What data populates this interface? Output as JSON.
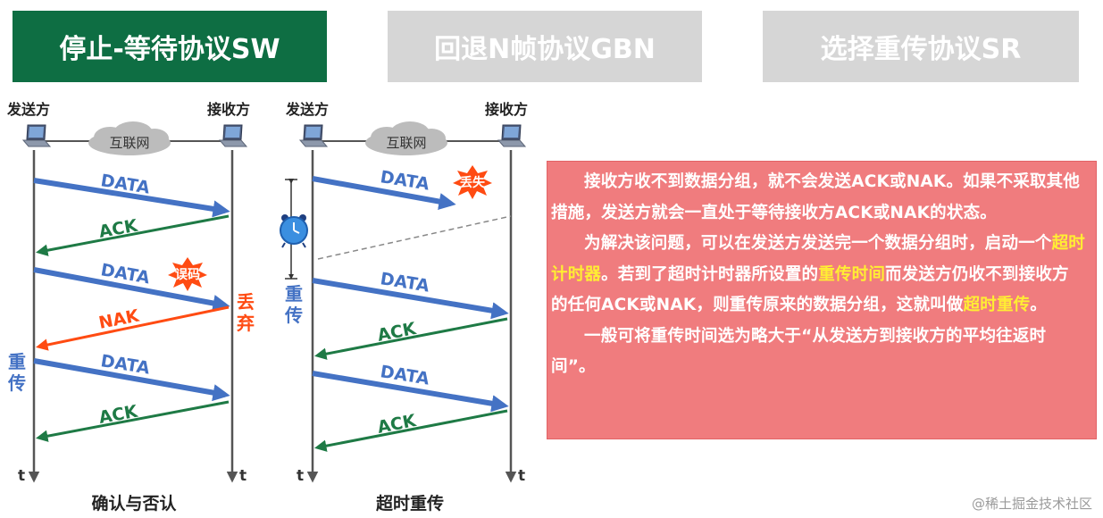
{
  "tabs": {
    "sw": "停止-等待协议SW",
    "gbn": "回退N帧协议GBN",
    "sr": "选择重传协议SR"
  },
  "left_diagram": {
    "sender": "发送方",
    "receiver": "接收方",
    "network": "互联网",
    "frames": [
      "DATA",
      "ACK",
      "DATA",
      "NAK",
      "DATA",
      "ACK"
    ],
    "error_badge": "误码",
    "discard": "丢弃",
    "retransmit": "重传",
    "time_label": "t",
    "caption": "确认与否认"
  },
  "right_diagram": {
    "sender": "发送方",
    "receiver": "接收方",
    "network": "互联网",
    "frames": [
      "DATA",
      "DATA",
      "ACK",
      "DATA",
      "ACK"
    ],
    "lost_badge": "丢失",
    "retransmit": "重传",
    "time_label": "t",
    "caption": "超时重传"
  },
  "colors": {
    "sw_tab": "#0e6e43",
    "inactive_tab": "#d6d6d6",
    "data_arrow": "#4472c4",
    "ack_arrow": "#1e7a45",
    "nak_arrow": "#ff4b12",
    "info_bg": "#f07c7e",
    "highlight": "#ffee33"
  },
  "info": {
    "p1": "接收方收不到数据分组，就不会发送ACK或NAK。如果不采取其他措施，发送方就会一直处于等待接收方ACK或NAK的状态。",
    "p2_a": "为解决该问题，可以在发送方发送完一个数据分组时，启动一个",
    "p2_hl1": "超时计时器",
    "p2_b": "。若到了超时计时器所设置的",
    "p2_hl2": "重传时间",
    "p2_c": "而发送方仍收不到接收方的任何ACK或NAK，则重传原来的数据分组，这就叫做",
    "p2_hl3": "超时重传",
    "p2_d": "。",
    "p3": "一般可将重传时间选为略大于“从发送方到接收方的平均往返时间”。"
  },
  "watermark": "@稀土掘金技术社区"
}
